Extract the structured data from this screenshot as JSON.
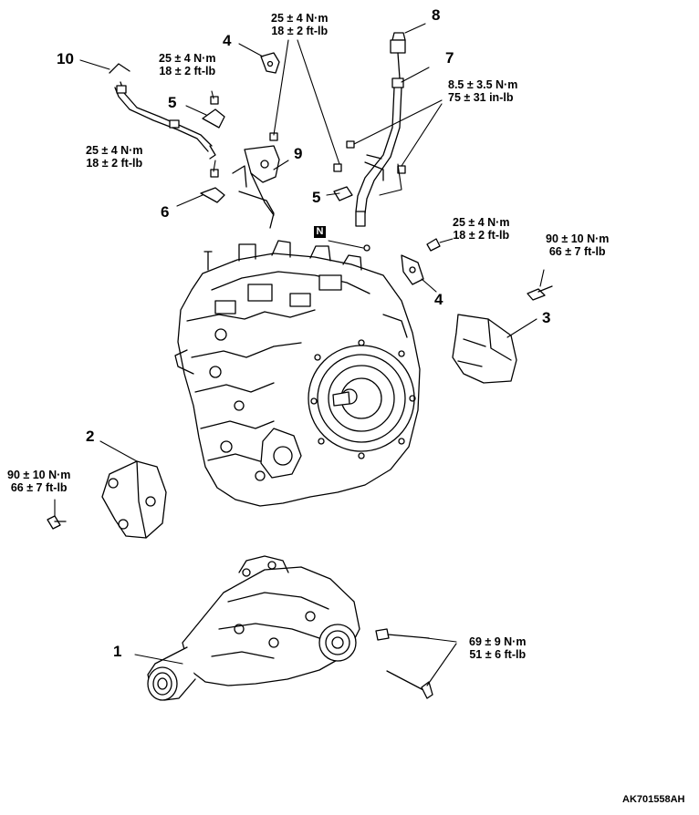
{
  "callouts": {
    "c1": "1",
    "c2": "2",
    "c3": "3",
    "c4a": "4",
    "c4b": "4",
    "c5a": "5",
    "c5b": "5",
    "c6": "6",
    "c7": "7",
    "c8": "8",
    "c9": "9",
    "c10": "10"
  },
  "torques": {
    "t_top": {
      "metric": "25 ± 4 N·m",
      "imperial": "18 ± 2 ft-lb"
    },
    "t_bracket5": {
      "metric": "25 ± 4 N·m",
      "imperial": "18 ± 2 ft-lb"
    },
    "t_dipstick": {
      "metric": "8.5 ± 3.5 N·m",
      "imperial": "75 ± 31 in-lb"
    },
    "t_left": {
      "metric": "25 ± 4 N·m",
      "imperial": "18 ± 2 ft-lb"
    },
    "t_bracket4": {
      "metric": "25 ± 4 N·m",
      "imperial": "18 ± 2 ft-lb"
    },
    "t_mount3": {
      "metric": "90 ± 10 N·m",
      "imperial": "66 ± 7 ft-lb"
    },
    "t_mount2": {
      "metric": "90 ± 10 N·m",
      "imperial": "66 ± 7 ft-lb"
    },
    "t_transfer": {
      "metric": "69 ± 9 N·m",
      "imperial": "51 ± 6 ft-lb"
    }
  },
  "n_marker": "N",
  "document_id": "AK701558AH"
}
